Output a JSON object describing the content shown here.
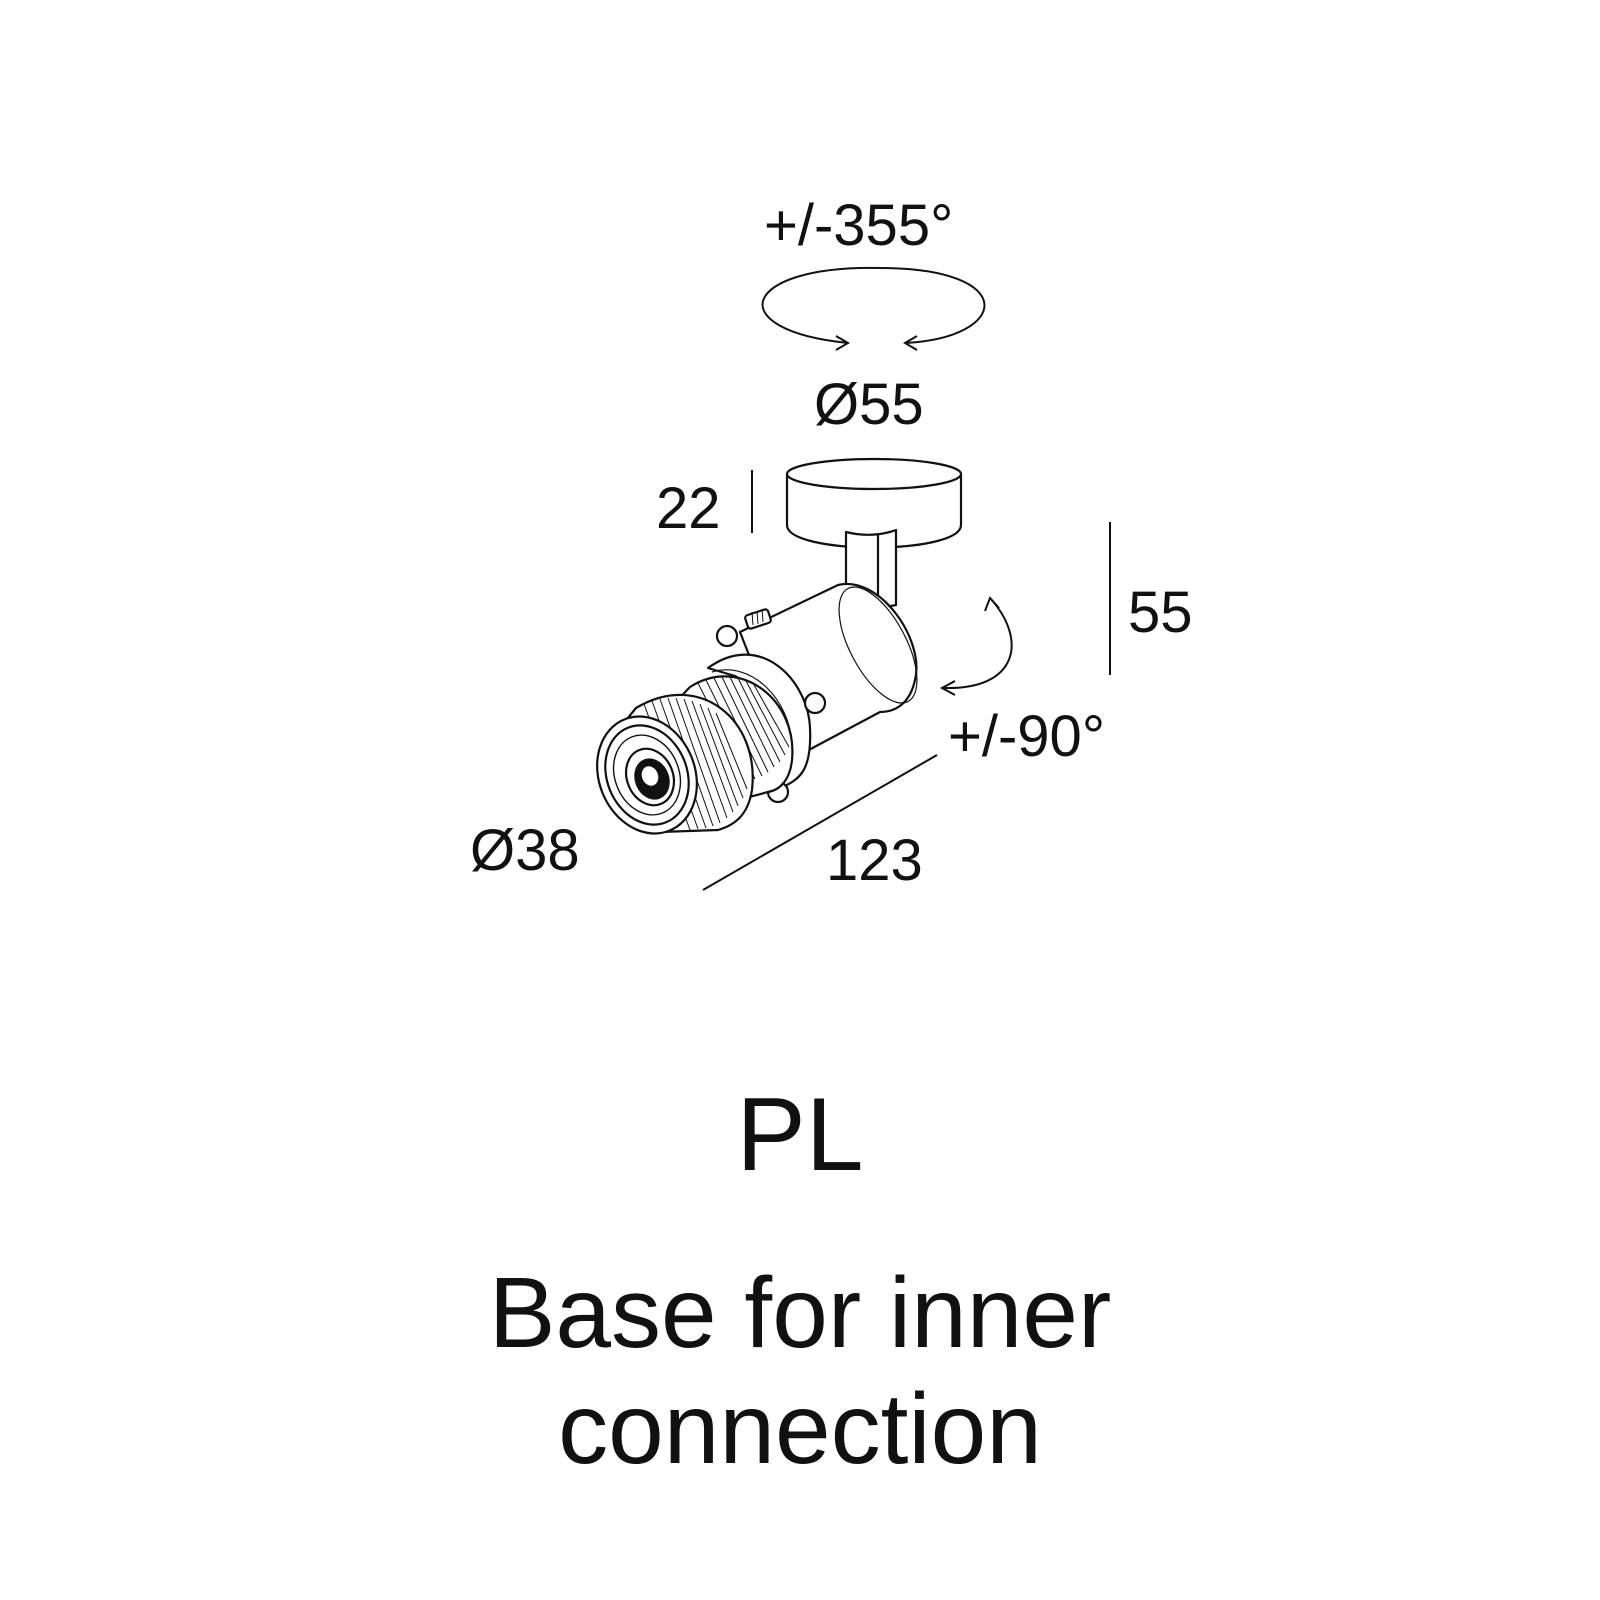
{
  "dimensions": {
    "rotation_horizontal": "+/-355°",
    "base_diameter": "Ø55",
    "base_height": "22",
    "total_height": "55",
    "tilt": "+/-90°",
    "head_diameter": "Ø38",
    "length": "123"
  },
  "product": {
    "code": "PL",
    "description_line1": "Base for inner",
    "description_line2": "connection"
  }
}
